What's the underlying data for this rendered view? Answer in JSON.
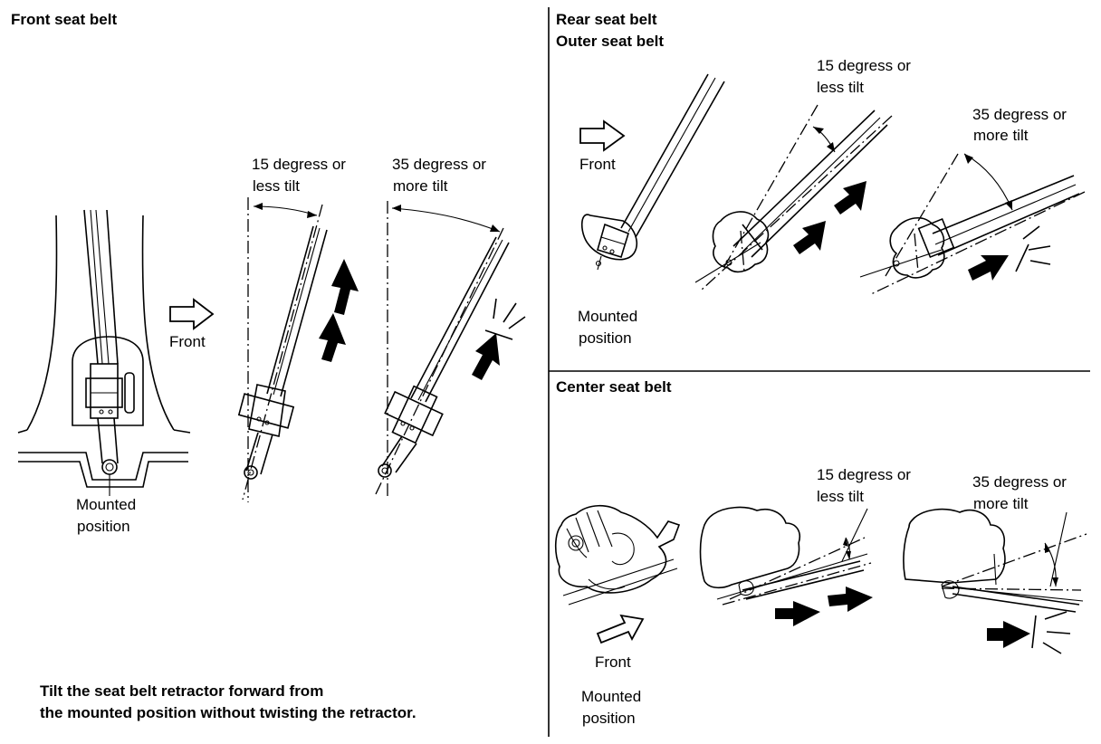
{
  "front": {
    "title": "Front seat belt",
    "mounted_line1": "Mounted",
    "mounted_line2": "position",
    "front_label": "Front",
    "tilt15_line1": "15 degress or",
    "tilt15_line2": "less tilt",
    "tilt35_line1": "35 degress or",
    "tilt35_line2": "more tilt",
    "instruction_line1": "Tilt the seat belt retractor forward from",
    "instruction_line2": "the mounted position without twisting the retractor."
  },
  "rear_outer": {
    "title_line1": "Rear seat belt",
    "title_line2": "Outer seat belt",
    "front_label": "Front",
    "mounted_line1": "Mounted",
    "mounted_line2": "position",
    "tilt15_line1": "15 degress or",
    "tilt15_line2": "less tilt",
    "tilt35_line1": "35 degress or",
    "tilt35_line2": "more tilt"
  },
  "center": {
    "title": "Center seat belt",
    "front_label": "Front",
    "mounted_line1": "Mounted",
    "mounted_line2": "position",
    "tilt15_line1": "15 degress or",
    "tilt15_line2": "less tilt",
    "tilt35_line1": "35 degress or",
    "tilt35_line2": "more tilt"
  }
}
